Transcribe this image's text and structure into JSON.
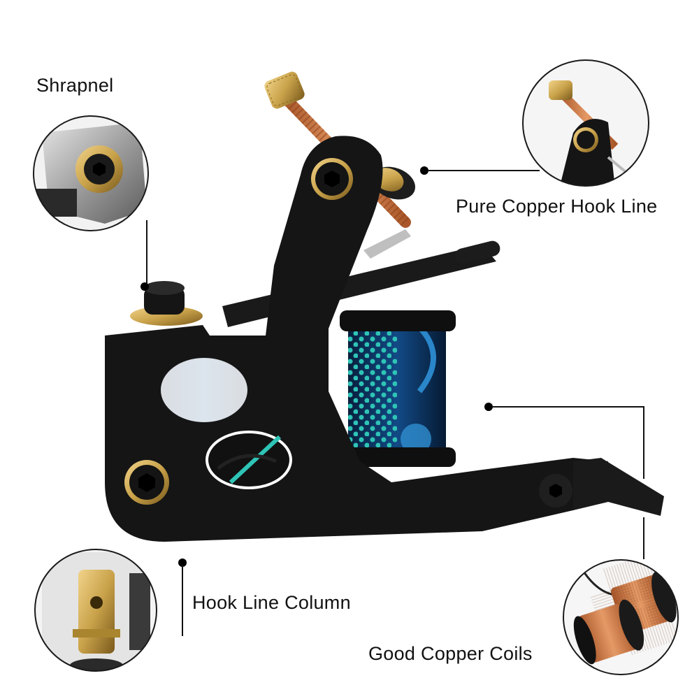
{
  "labels": {
    "shrapnel": "Shrapnel",
    "hook_line": "Pure Copper Hook Line",
    "hook_column": "Hook Line Column",
    "coils": "Good Copper Coils"
  },
  "colors": {
    "frame": "#141414",
    "coil_blue": "#0d3a6b",
    "coil_dot": "#2ec4b6",
    "copper": "#c8703a",
    "brass": "#c9a24a",
    "background": "#ffffff"
  },
  "icons": [
    "hex-screw-icon",
    "callout-dot-icon"
  ]
}
